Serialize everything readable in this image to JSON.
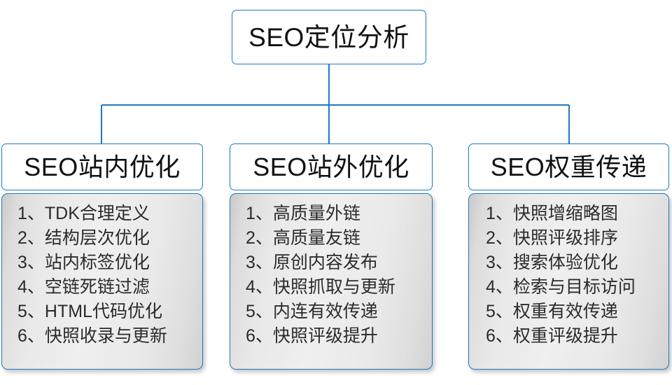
{
  "diagram": {
    "type": "org-tree",
    "root": {
      "label": "SEO定位分析"
    },
    "colors": {
      "node_border": "#1f78c1",
      "connector": "#1f78c1",
      "node_fill": "#ffffff",
      "panel_fill": "#ececec",
      "text": "#111111"
    },
    "columns": [
      {
        "title": "SEO站内优化",
        "items": [
          "1、TDK合理定义",
          "2、结构层次优化",
          "3、站内标签优化",
          "4、空链死链过滤",
          "5、HTML代码优化",
          "6、快照收录与更新"
        ]
      },
      {
        "title": "SEO站外优化",
        "items": [
          "1、高质量外链",
          "2、高质量友链",
          "3、原创内容发布",
          "4、快照抓取与更新",
          "5、内连有效传递",
          "6、快照评级提升"
        ]
      },
      {
        "title": "SEO权重传递",
        "items": [
          "1、快照增缩略图",
          "2、快照评级排序",
          "3、搜索体验优化",
          "4、检索与目标访问",
          "5、权重有效传递",
          "6、权重评级提升"
        ]
      }
    ]
  }
}
